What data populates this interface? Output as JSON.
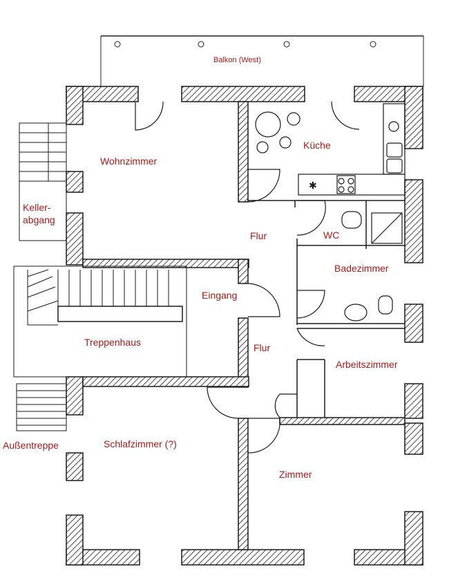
{
  "plan": {
    "label_color": "#b01818",
    "wall_color": "#1a1a1a",
    "rooms": {
      "balkon": "Balkon (West)",
      "wohnzimmer": "Wohnzimmer",
      "kueche": "Küche",
      "keller_line1": "Keller-",
      "keller_line2": "abgang",
      "flur_upper": "Flur",
      "wc": "WC",
      "badezimmer": "Badezimmer",
      "eingang": "Eingang",
      "treppenhaus": "Treppenhaus",
      "flur_lower": "Flur",
      "arbeitszimmer": "Arbeitszimmer",
      "aussentreppe": "Außentreppe",
      "schlafzimmer": "Schlafzimmer (?)",
      "zimmer": "Zimmer"
    }
  }
}
